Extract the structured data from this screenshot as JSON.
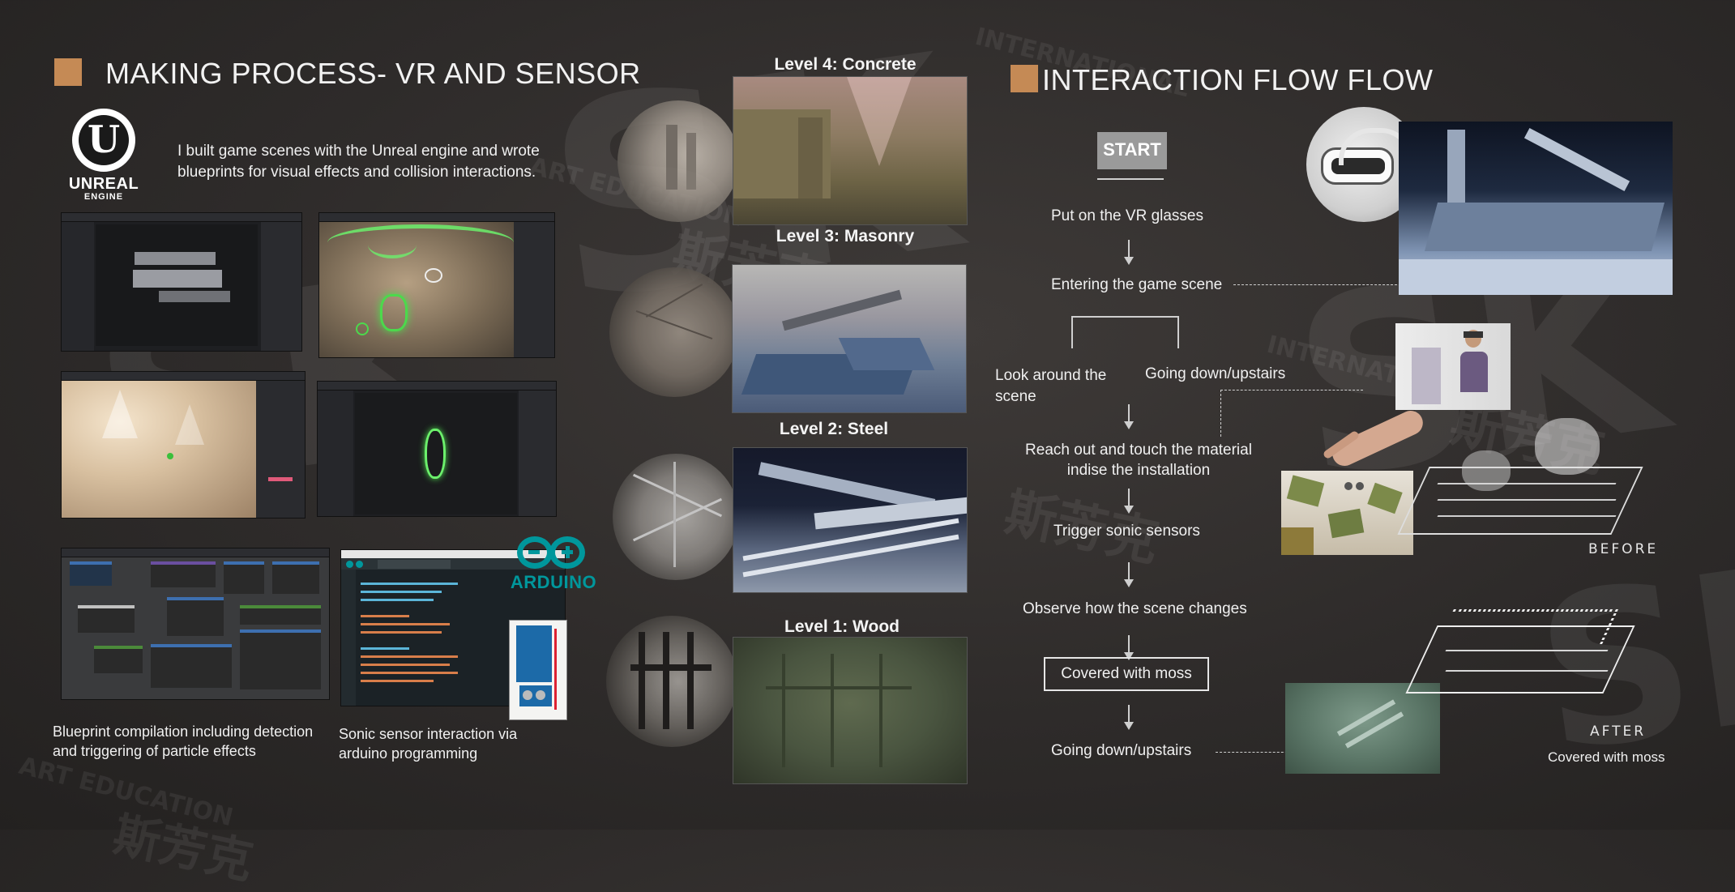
{
  "watermark": {
    "brand": "SK",
    "chinese": "斯芳克",
    "line1": "INTERNATIONAL",
    "line2": "ART EDUCATION"
  },
  "left": {
    "title": "MAKING PROCESS- VR AND SENSOR",
    "logo_line1": "UNREAL",
    "logo_line2": "ENGINE",
    "logo_glyph": "U",
    "intro": "I built game scenes with the Unreal engine and wrote blueprints for visual effects and collision interactions.",
    "caption_blueprint": "Blueprint compilation including detection and triggering of particle effects",
    "caption_sonic": "Sonic sensor interaction via arduino programming",
    "arduino_label": "ARDUINO"
  },
  "levels": [
    {
      "title": "Level 4: Concrete"
    },
    {
      "title": "Level 3: Masonry"
    },
    {
      "title": "Level 2: Steel"
    },
    {
      "title": "Level 1: Wood"
    }
  ],
  "right": {
    "title": "INTERACTION FLOW FLOW",
    "start": "START",
    "step1": "Put on the VR glasses",
    "step2": "Entering the game scene",
    "branch_left": "Look around the scene",
    "branch_right": "Going down/upstairs",
    "step3_line1": "Reach out and touch the material",
    "step3_line2": "indise the installation",
    "step4": "Trigger sonic sensors",
    "step5": "Observe how the scene changes",
    "step6": "Covered with moss",
    "step7": "Going down/upstairs",
    "before_label": "BEFORE",
    "after_label": "AFTER",
    "after_caption": "Covered with moss"
  },
  "colors": {
    "accent_square": "#c58a55",
    "arduino_teal": "#00979c",
    "ue_green_fx": "#4cd94c"
  }
}
